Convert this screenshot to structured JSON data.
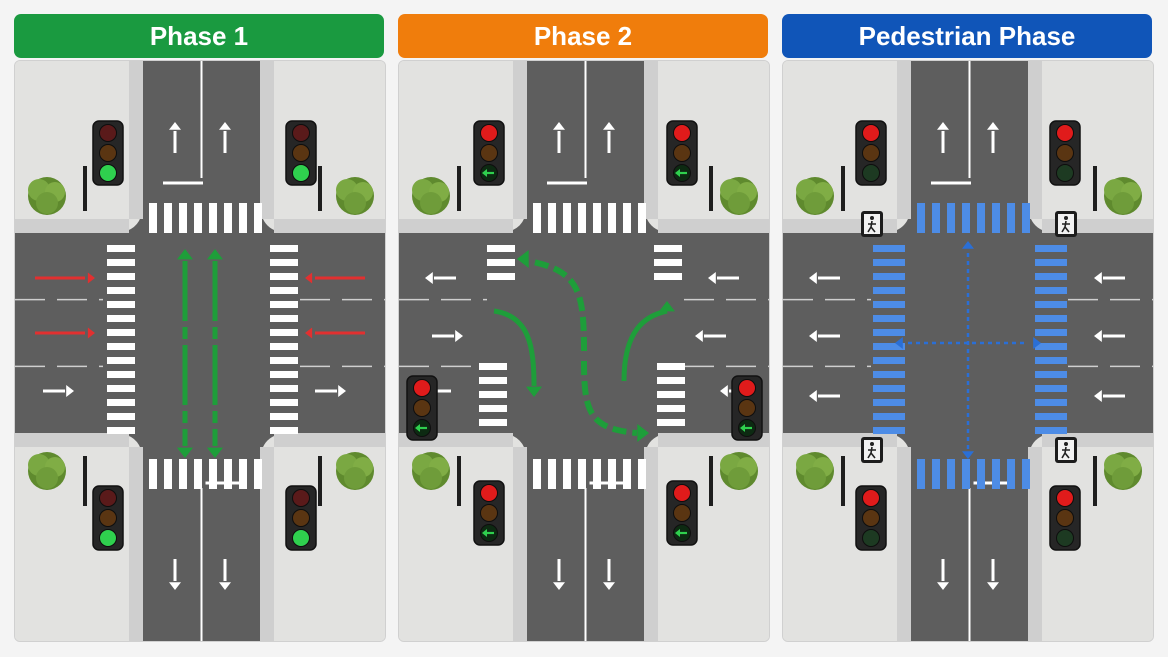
{
  "panels": [
    {
      "id": "phase1",
      "title": "Phase 1",
      "header_color": "#1a9a40",
      "mode": "phase1"
    },
    {
      "id": "phase2",
      "title": "Phase 2",
      "header_color": "#f07d0c",
      "mode": "phase2"
    },
    {
      "id": "ped",
      "title": "Pedestrian Phase",
      "header_color": "#1055b8",
      "mode": "ped"
    }
  ],
  "colors": {
    "road": "#5e5e5e",
    "sidewalk": "#e2e2e0",
    "curb": "#cfcfcf",
    "marking": "#ffffff",
    "green_arrow": "#1e9e3a",
    "red_arrow": "#e23030",
    "ped_blue": "#2a6fd6",
    "ped_stripe": "#4d8ce6",
    "tree": "#6e9a38",
    "signal_red": "#e01b1b",
    "signal_green": "#2fd04e"
  },
  "icons": [
    "traffic-signal-icon",
    "tree-icon",
    "walk-signal-icon",
    "arrow-icon"
  ]
}
